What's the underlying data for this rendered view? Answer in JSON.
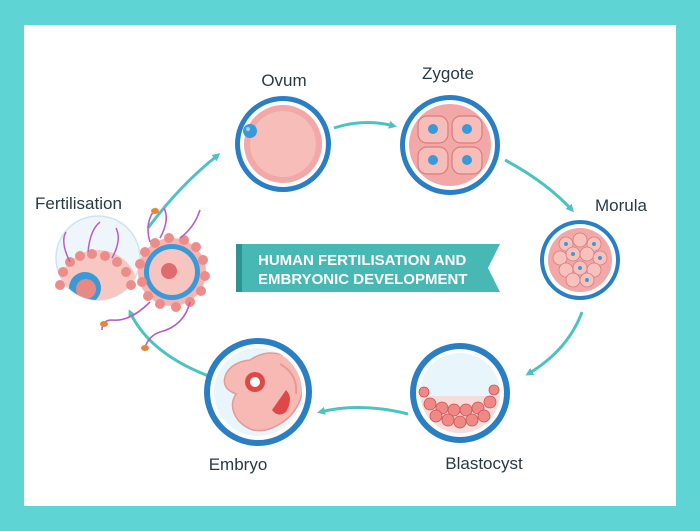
{
  "title": {
    "line1": "HUMAN FERTILISATION AND",
    "line2": "EMBRYONIC DEVELOPMENT"
  },
  "stages": {
    "fertilisation": "Fertilisation",
    "ovum": "Ovum",
    "zygote": "Zygote",
    "morula": "Morula",
    "blastocyst": "Blastocyst",
    "embryo": "Embryo"
  },
  "colors": {
    "frame": "#5fd4d4",
    "arrow": "#4cc3c0",
    "ring": "#2a7fc4",
    "cell": "#f2a8a6",
    "nucleus": "#3a9ad8",
    "banner": "#47b8b4"
  }
}
